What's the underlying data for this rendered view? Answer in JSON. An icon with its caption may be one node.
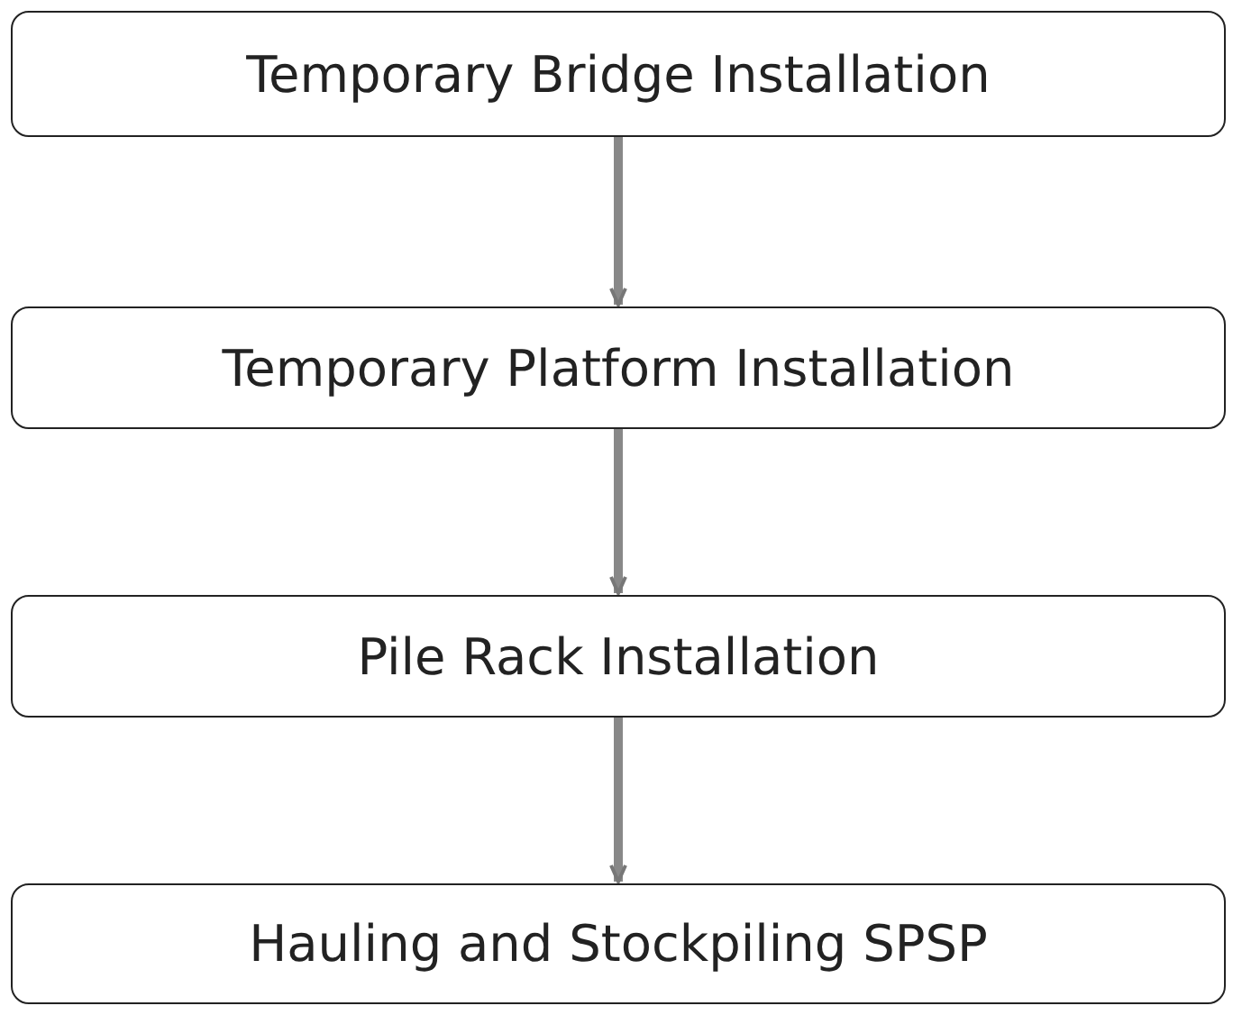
{
  "diagram": {
    "nodes": [
      {
        "text": [
          "Temporary Bridge Installation"
        ]
      },
      {
        "text": [
          "Temporary Platform Installation"
        ]
      },
      {
        "text": [
          "Pile Rack Installation"
        ]
      },
      {
        "text": [
          "Hauling and Stockpiling SPSP"
        ]
      }
    ],
    "edges": [
      {
        "from": 0,
        "to": 1,
        "arrow": "to"
      },
      {
        "from": 1,
        "to": 2,
        "arrow": "to"
      },
      {
        "from": 2,
        "to": 3,
        "arrow": "to"
      }
    ]
  }
}
